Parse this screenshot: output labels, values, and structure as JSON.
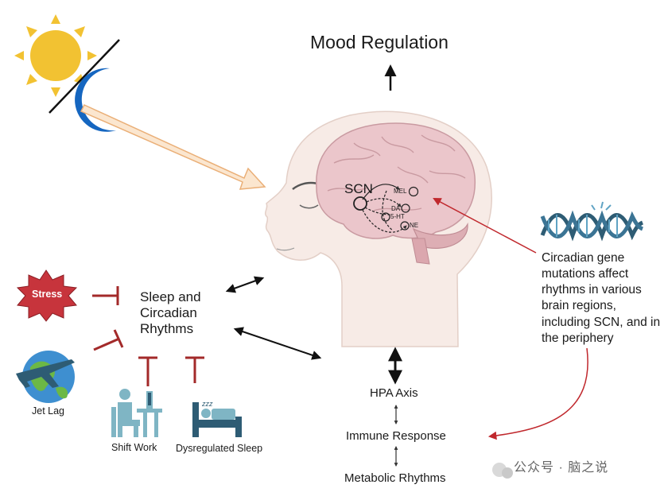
{
  "title": "Mood Regulation",
  "center_label": "Sleep and Circadian Rhythms",
  "brain_labels": {
    "scn": "SCN",
    "mel": "MEL",
    "da": "DA",
    "serotonin": "5-HT",
    "ne": "NE"
  },
  "disruptors": {
    "stress": "Stress",
    "jet_lag": "Jet Lag",
    "shift_work": "Shift Work",
    "dysregulated_sleep": "Dysregulated Sleep",
    "sleep_icon_text": "zzz"
  },
  "gene_note": "Circadian gene mutations affect rhythms in various brain regions, including SCN, and in the periphery",
  "systems": [
    "HPA Axis",
    "Immune Response",
    "Metabolic Rhythms"
  ],
  "watermark": "公众号 · 脑之说",
  "colors": {
    "sun": "#F2C232",
    "moon": "#1566C0",
    "stress": "#C7343C",
    "inhibit": "#A32A2A",
    "dna": "#2E5C74",
    "person": "#7FB5C4",
    "brain": "#EBC6CB",
    "skin": "#F7EBE6"
  }
}
